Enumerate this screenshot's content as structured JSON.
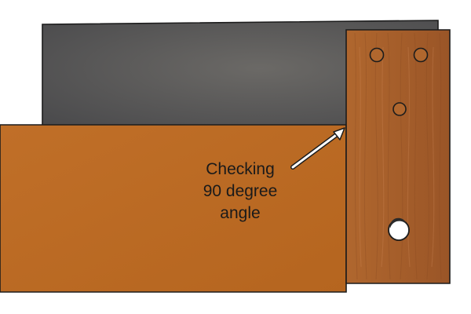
{
  "diagram": {
    "annotation": {
      "lines": [
        "Checking",
        "90 degree",
        "angle"
      ]
    },
    "colors": {
      "blade_light": "#6b6966",
      "blade_dark": "#4a4a4c",
      "board_light": "#c06f28",
      "board_dark": "#b5651f",
      "stock_light": "#b0672e",
      "stock_dark": "#9a5527",
      "outline": "#1c1c1c",
      "arrow_fill": "#ffffff"
    }
  }
}
